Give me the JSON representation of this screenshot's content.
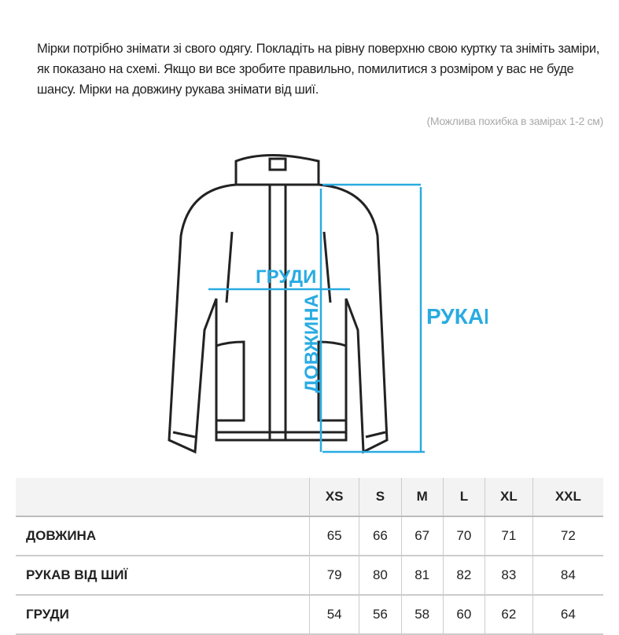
{
  "intro": "Мірки потрібно знімати зі свого одягу. Покладіть на рівну поверхню свою куртку та зніміть заміри, як показано на схемі. Якщо ви все зробите правильно, помилитися з розміром у вас не буде шансу. Мірки на довжину рукава знімати від шиї.",
  "note": "(Можлива похибка в замірах 1-2 см)",
  "diagram": {
    "chest": "ГРУДИ",
    "length": "ДОВЖИНА",
    "sleeve": "РУКАВ",
    "accent": "#29abe2"
  },
  "table": {
    "headers": [
      "",
      "XS",
      "S",
      "M",
      "L",
      "XL",
      "XXL"
    ],
    "rows": [
      {
        "label": "ДОВЖИНА",
        "values": [
          "65",
          "66",
          "67",
          "70",
          "71",
          "72"
        ]
      },
      {
        "label": "РУКАВ ВІД ШИЇ",
        "values": [
          "79",
          "80",
          "81",
          "82",
          "83",
          "84"
        ]
      },
      {
        "label": "ГРУДИ",
        "values": [
          "54",
          "56",
          "58",
          "60",
          "62",
          "64"
        ]
      }
    ]
  }
}
